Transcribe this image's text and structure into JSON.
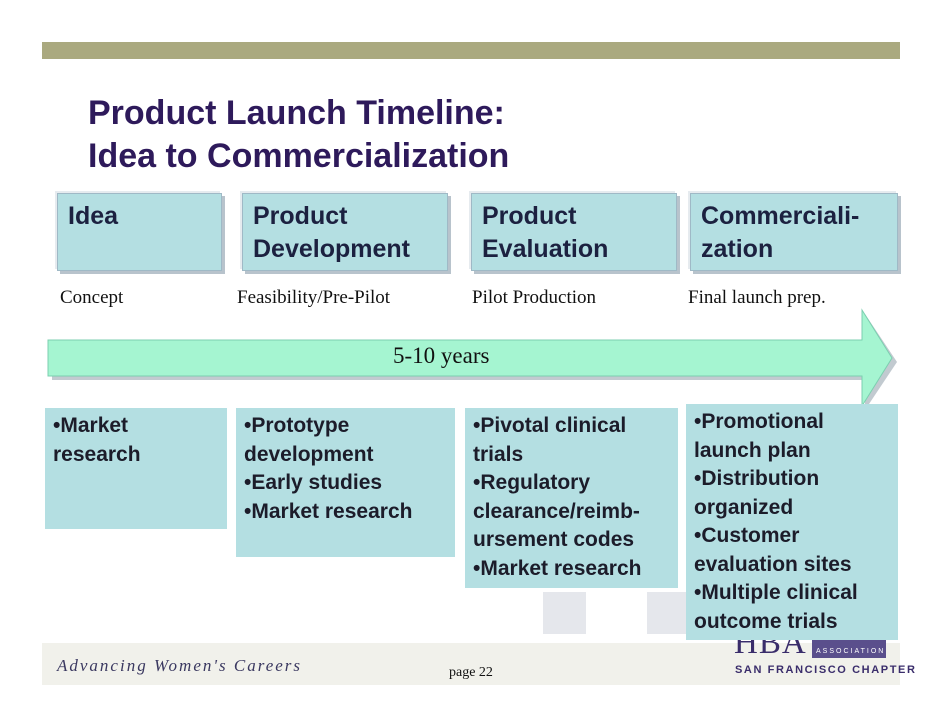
{
  "title": {
    "line1": "Product Launch Timeline:",
    "line2": "Idea to Commercialization"
  },
  "phases": [
    {
      "label": "Idea",
      "stage": "Concept"
    },
    {
      "label": "Product\nDevelopment",
      "stage": "Feasibility/Pre-Pilot"
    },
    {
      "label": "Product\nEvaluation",
      "stage": "Pilot Production"
    },
    {
      "label": "Commerciali-\nzation",
      "stage": "Final launch prep."
    }
  ],
  "timeline": {
    "duration": "5-10 years"
  },
  "activities": [
    [
      "•Market",
      "research"
    ],
    [
      "•Prototype",
      "development",
      "•Early studies",
      "•Market research"
    ],
    [
      "•Pivotal clinical",
      "trials",
      "•Regulatory",
      "clearance/reimb-",
      "ursement codes",
      "•Market research"
    ],
    [
      "•Promotional",
      "launch plan",
      "•Distribution",
      "organized",
      "•Customer",
      "evaluation sites",
      "•Multiple clinical",
      "outcome trials"
    ]
  ],
  "footer": {
    "tagline": "Advancing Women's Careers",
    "page": "page 22",
    "logo_mark": "HBA",
    "logo_assoc": "ASSOCIATION",
    "logo_chapter": "SAN FRANCISCO CHAPTER"
  },
  "colors": {
    "title": "#2e1a5b",
    "box_fill": "#b4dfe2",
    "arrow_fill": "#a5f5d1",
    "top_bar": "#aaa97f"
  }
}
